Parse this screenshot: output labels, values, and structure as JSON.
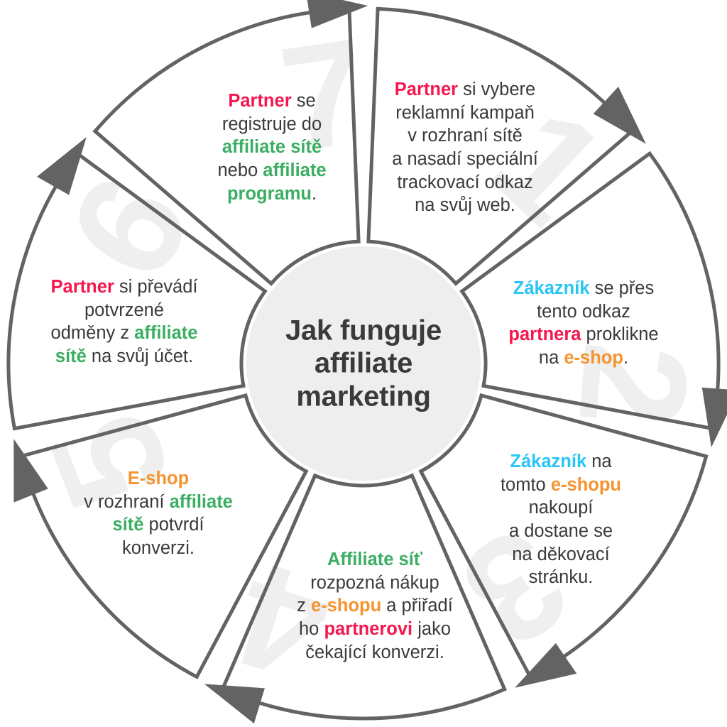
{
  "hub": {
    "title_lines": [
      "Jak funguje",
      "affiliate",
      "marketing"
    ],
    "fill_color": "#eeeeee"
  },
  "palette": {
    "pink": "#f5174e",
    "green": "#3cae63",
    "orange": "#f5942e",
    "cyan": "#29c5f6",
    "text": "#3a3a3a",
    "stroke": "#636363",
    "watermark": "#efefef",
    "background": "#ffffff"
  },
  "steps": [
    {
      "number": "1",
      "html": "<b class=\"c-pink\">Partner</b> se<br>registruje do<br><b class=\"c-green\">affiliate sítě</b><br>nebo <b class=\"c-green\">affiliate<br>programu</b>.",
      "plain": "Partner se registruje do affiliate sítě nebo affiliate programu."
    },
    {
      "number": "2",
      "html": "<b class=\"c-pink\">Partner</b> si vybere<br>reklamní kampaň<br>v rozhraní sítě<br>a nasadí speciální<br>trackovací odkaz<br>na svůj web.",
      "plain": "Partner si vybere reklamní kampaň v rozhraní sítě a nasadí speciální trackovací odkaz na svůj web."
    },
    {
      "number": "3",
      "html": "<b class=\"c-cyan\">Zákazník</b> se přes<br>tento odkaz<br><b class=\"c-pink\">partnera</b> proklikne<br>na <b class=\"c-orange\">e-shop</b>.",
      "plain": "Zákazník se přes tento odkaz partnera proklikne na e-shop."
    },
    {
      "number": "4",
      "html": "<b class=\"c-cyan\">Zákazník</b> na<br>tomto <b class=\"c-orange\">e-shopu</b><br>nakoupí<br>a dostane se<br>na děkovací<br>stránku.",
      "plain": "Zákazník na tomto e-shopu nakoupí a dostane se na děkovací stránku."
    },
    {
      "number": "5",
      "html": "<b class=\"c-green\">Affiliate síť</b><br>rozpozná nákup<br>z <b class=\"c-orange\">e-shopu</b> a přiřadí<br>ho <b class=\"c-pink\">partnerovi</b> jako<br>čekající konverzi.",
      "plain": "Affiliate síť rozpozná nákup z e-shopu a přiřadí ho partnerovi jako čekající konverzi."
    },
    {
      "number": "6",
      "html": "<b class=\"c-orange\">E-shop</b><br>v rozhraní <b class=\"c-green\">affiliate<br>sítě</b> potvrdí<br>konverzi.",
      "plain": "E-shop v rozhraní affiliate sítě potvrdí konverzi."
    },
    {
      "number": "7",
      "html": "<b class=\"c-pink\">Partner</b> si převádí<br>potvrzené<br>odměny z <b class=\"c-green\">affiliate<br>sítě</b> na svůj účet.",
      "plain": "Partner si převádí potvrzené odměny z affiliate sítě na svůj účet."
    }
  ],
  "watermark_numbers": [
    "1",
    "2",
    "3",
    "4",
    "5",
    "6",
    "7"
  ]
}
